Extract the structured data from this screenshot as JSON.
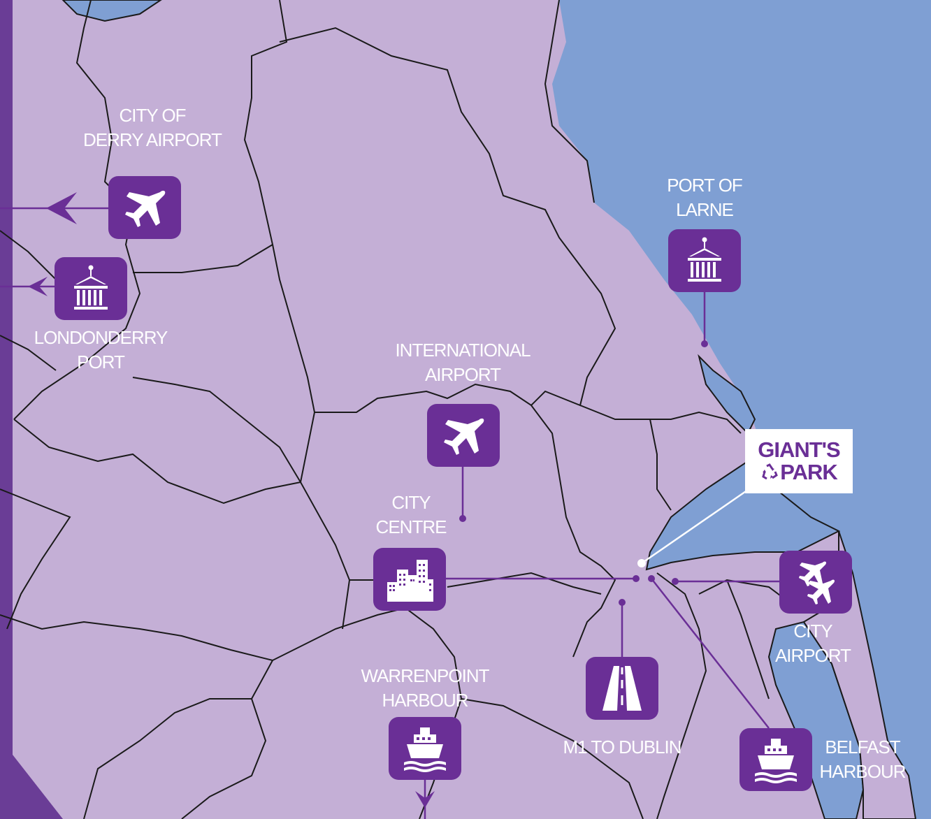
{
  "colors": {
    "land": "#c4afd6",
    "sea": "#7f9fd3",
    "accent": "#6a2f96",
    "border": "#1a1a1a",
    "label_text": "#ffffff"
  },
  "brand": {
    "line1": "GIANT'S",
    "line2": "PARK",
    "icon": "recycle-icon"
  },
  "locations": {
    "derry_airport": {
      "line1": "CITY OF",
      "line2": "DERRY AIRPORT",
      "icon": "airplane-icon"
    },
    "londonderry_port": {
      "line1": "LONDONDERRY",
      "line2": "PORT",
      "icon": "shipping-container-icon"
    },
    "port_of_larne": {
      "line1": "PORT OF",
      "line2": "LARNE",
      "icon": "shipping-container-icon"
    },
    "international_airport": {
      "line1": "INTERNATIONAL",
      "line2": "AIRPORT",
      "icon": "airplane-icon"
    },
    "city_centre": {
      "line1": "CITY",
      "line2": "CENTRE",
      "icon": "city-buildings-icon"
    },
    "city_airport": {
      "line1": "CITY",
      "line2": "AIRPORT",
      "icon": "airplanes-icon"
    },
    "warrenpoint_harbour": {
      "line1": "WARRENPOINT",
      "line2": "HARBOUR",
      "icon": "ship-icon"
    },
    "m1_to_dublin": {
      "line1": "M1 TO DUBLIN",
      "icon": "motorway-icon"
    },
    "belfast_harbour": {
      "line1": "BELFAST",
      "line2": "HARBOUR",
      "icon": "ship-icon"
    }
  }
}
